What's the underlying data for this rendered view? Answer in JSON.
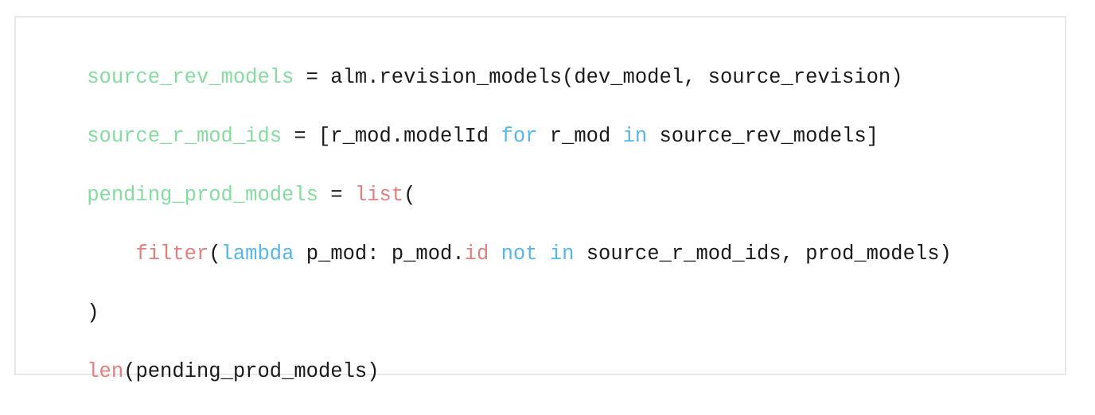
{
  "colors": {
    "background": "#ffffff",
    "border": "#e8e8e8",
    "plain": "#1a1a1a",
    "variable": "#86dca0",
    "keyword": "#58b6e6",
    "builtin": "#e08080"
  },
  "code": {
    "lines": [
      {
        "tokens": [
          {
            "text": "source_rev_models",
            "kind": "var"
          },
          {
            "text": " = alm.revision_models(dev_model, source_revision)",
            "kind": "plain"
          }
        ]
      },
      {
        "tokens": [
          {
            "text": "source_r_mod_ids",
            "kind": "var"
          },
          {
            "text": " = [r_mod.modelId ",
            "kind": "plain"
          },
          {
            "text": "for",
            "kind": "kw"
          },
          {
            "text": " r_mod ",
            "kind": "plain"
          },
          {
            "text": "in",
            "kind": "kw"
          },
          {
            "text": " source_rev_models]",
            "kind": "plain"
          }
        ]
      },
      {
        "tokens": [
          {
            "text": "pending_prod_models",
            "kind": "var"
          },
          {
            "text": " = ",
            "kind": "plain"
          },
          {
            "text": "list",
            "kind": "fn"
          },
          {
            "text": "(",
            "kind": "plain"
          }
        ]
      },
      {
        "tokens": [
          {
            "text": "    ",
            "kind": "plain"
          },
          {
            "text": "filter",
            "kind": "fn"
          },
          {
            "text": "(",
            "kind": "plain"
          },
          {
            "text": "lambda",
            "kind": "kw"
          },
          {
            "text": " p_mod: p_mod.",
            "kind": "plain"
          },
          {
            "text": "id",
            "kind": "fn"
          },
          {
            "text": " ",
            "kind": "plain"
          },
          {
            "text": "not",
            "kind": "kw"
          },
          {
            "text": " ",
            "kind": "plain"
          },
          {
            "text": "in",
            "kind": "kw"
          },
          {
            "text": " source_r_mod_ids, prod_models)",
            "kind": "plain"
          }
        ]
      },
      {
        "tokens": [
          {
            "text": ")",
            "kind": "plain"
          }
        ]
      },
      {
        "tokens": [
          {
            "text": "len",
            "kind": "fn"
          },
          {
            "text": "(pending_prod_models)",
            "kind": "plain"
          }
        ]
      }
    ]
  }
}
